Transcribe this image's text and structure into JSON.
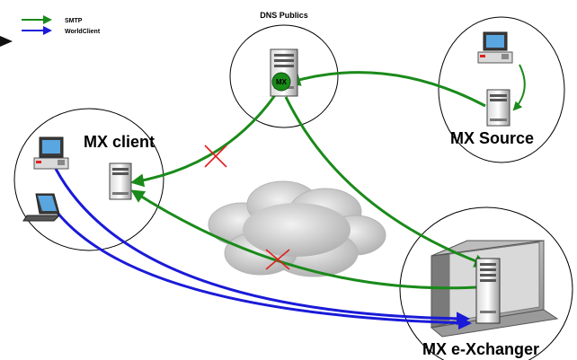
{
  "legend": {
    "items": [
      {
        "label": "SMTP",
        "color": "#1a8a1a"
      },
      {
        "label": "WorldClient",
        "color": "#1a1ad8"
      }
    ]
  },
  "nodes": {
    "dns": {
      "label": "DNS Publics",
      "badge": "MX"
    },
    "client": {
      "label": "MX client"
    },
    "source": {
      "label": "MX Source"
    },
    "exchanger": {
      "label": "MX e-Xchanger"
    }
  },
  "colors": {
    "smtp": "#1a8a1a",
    "worldclient": "#1a1ad8",
    "blocked": "#e02020",
    "cloud": "#cfcfcf"
  },
  "icons": [
    "arrow-right-icon",
    "server-icon",
    "desktop-pc-icon",
    "laptop-icon",
    "cloud-icon",
    "blocked-x-icon"
  ]
}
